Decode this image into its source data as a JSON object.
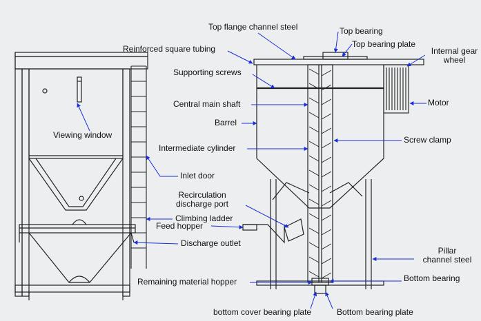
{
  "labels": {
    "top_flange": "Top flange channel steel",
    "top_bearing": "Top bearing",
    "top_bearing_plate": "Top bearing plate",
    "internal_gear_1": "Internal gear",
    "internal_gear_2": "wheel",
    "reinforced_tubing": "Reinforced square tubing",
    "supporting_screws": "Supporting screws",
    "central_shaft": "Central main shaft",
    "motor": "Motor",
    "barrel": "Barrel",
    "viewing_window": "Viewing window",
    "screw_clamp": "Screw clamp",
    "intermediate_cylinder": "Intermediate cylinder",
    "inlet_door": "Inlet door",
    "recirc_1": "Recirculation",
    "recirc_2": "discharge port",
    "climbing_ladder": "Climbing ladder",
    "feed_hopper": "Feed hopper",
    "discharge_outlet": "Discharge outlet",
    "pillar_1": "Pillar",
    "pillar_2": "channel steel",
    "bottom_bearing": "Bottom bearing",
    "remaining_hopper": "Remaining material hopper",
    "bottom_cover_plate": "bottom cover bearing plate",
    "bottom_bearing_plate": "Bottom bearing plate"
  },
  "colors": {
    "line": "#222222",
    "leader": "#1a2fd6",
    "background": "#eceef0"
  }
}
